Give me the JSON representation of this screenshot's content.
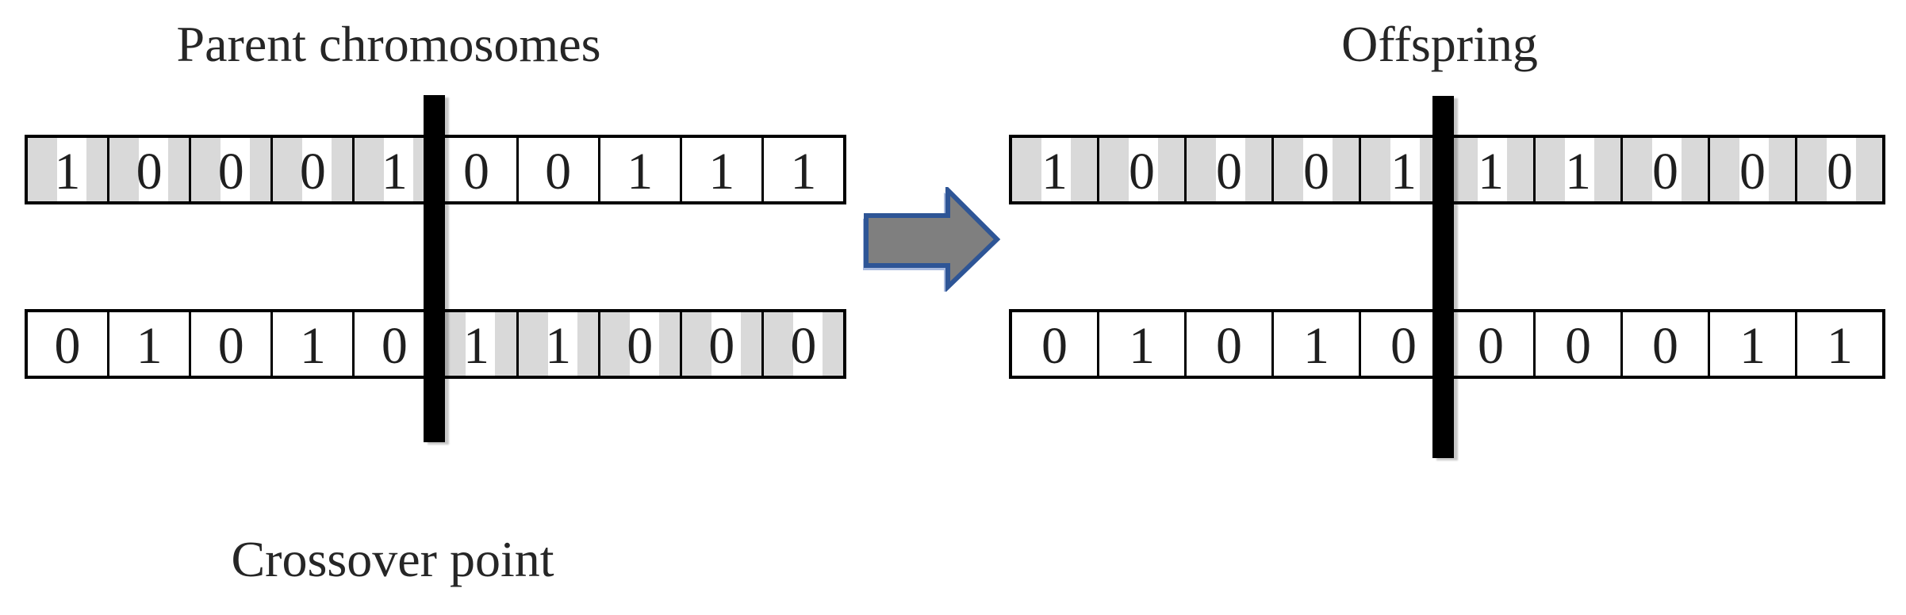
{
  "titles": {
    "parents": "Parent chromosomes",
    "offspring": "Offspring",
    "crossover_label": "Crossover point"
  },
  "diagram": {
    "type": "single-point-crossover",
    "crossover_index": 5,
    "parents": [
      {
        "genes": [
          "1",
          "0",
          "0",
          "0",
          "1",
          "0",
          "0",
          "1",
          "1",
          "1"
        ],
        "shaded": [
          true,
          true,
          true,
          true,
          true,
          false,
          false,
          false,
          false,
          false
        ]
      },
      {
        "genes": [
          "0",
          "1",
          "0",
          "1",
          "0",
          "1",
          "1",
          "0",
          "0",
          "0"
        ],
        "shaded": [
          false,
          false,
          false,
          false,
          false,
          true,
          true,
          true,
          true,
          true
        ]
      }
    ],
    "offspring": [
      {
        "genes": [
          "1",
          "0",
          "0",
          "0",
          "1",
          "1",
          "1",
          "0",
          "0",
          "0"
        ],
        "shaded": [
          true,
          true,
          true,
          true,
          true,
          true,
          true,
          true,
          true,
          true
        ]
      },
      {
        "genes": [
          "0",
          "1",
          "0",
          "1",
          "0",
          "0",
          "0",
          "0",
          "1",
          "1"
        ],
        "shaded": [
          false,
          false,
          false,
          false,
          false,
          false,
          false,
          false,
          false,
          false
        ]
      }
    ]
  },
  "colors": {
    "stripe_gray": "#d9d9d9",
    "cell_border": "#000000",
    "crossover_bar": "#000000",
    "arrow_fill": "#7f7f7f",
    "arrow_border": "#2e5596",
    "arrow_shadow": "#a9bade",
    "text": "#262626"
  }
}
